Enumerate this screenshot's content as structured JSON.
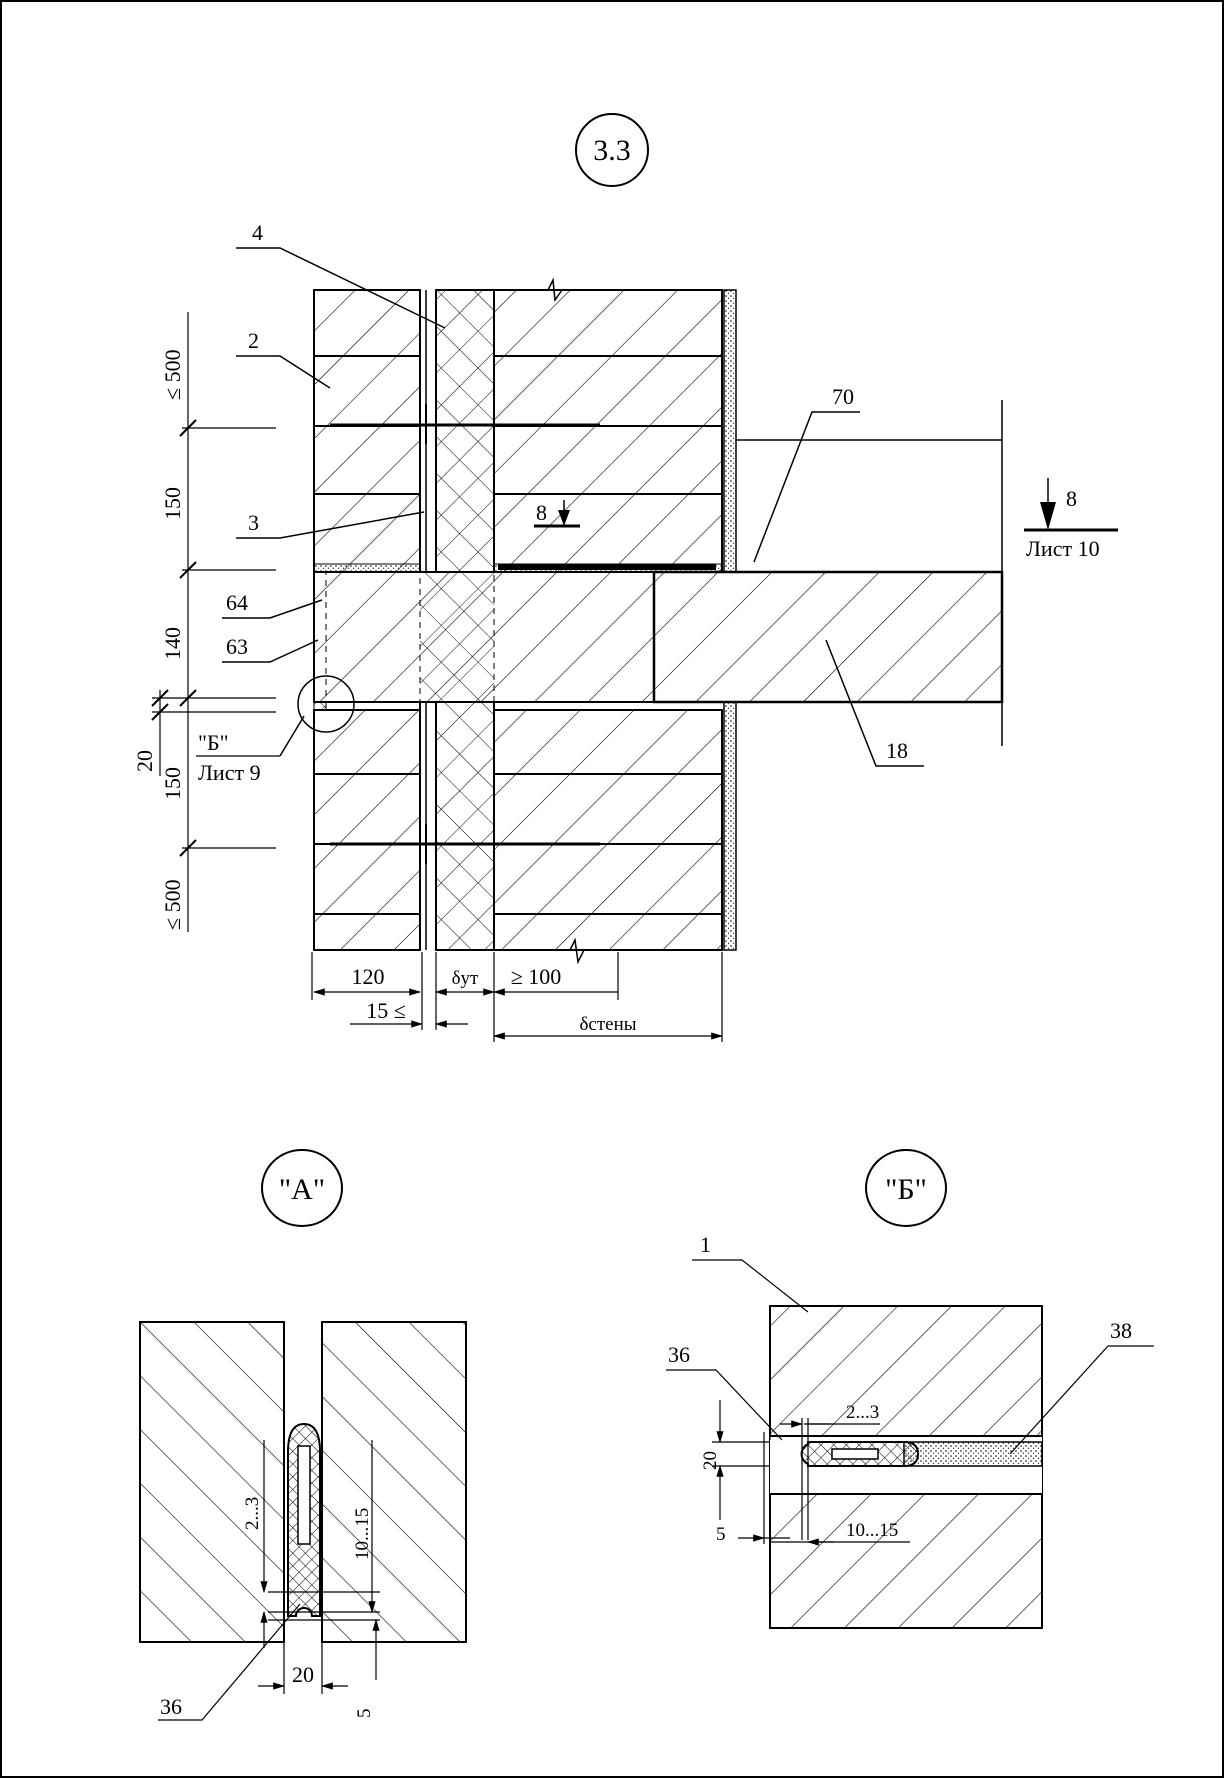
{
  "sheet": {
    "main_view_mark": "3.3",
    "detail_a_mark": "\"А\"",
    "detail_b_mark": "\"Б\""
  },
  "main_view": {
    "leaders": [
      "4",
      "2",
      "70",
      "3",
      "64",
      "63",
      "18"
    ],
    "section_ref": {
      "number": "8",
      "sheet": "Лист 10"
    },
    "section_cut_number": "8",
    "callout": {
      "label": "\"Б\"",
      "sheet": "Лист 9"
    },
    "vertical_dims": [
      "≤ 500",
      "150",
      "140",
      "20",
      "150",
      "≤ 500"
    ],
    "bottom_dims": {
      "outer_leaf": "120",
      "insulation": "δут",
      "min_inner": "≥ 100",
      "min_gap": "15 ≤",
      "wall": "δстены"
    }
  },
  "detail_a": {
    "dims": [
      "2...3",
      "10...15",
      "20",
      "5"
    ],
    "leader": "36"
  },
  "detail_b": {
    "leaders": [
      "1",
      "36",
      "38"
    ],
    "dims": [
      "2...3",
      "20",
      "5",
      "10...15"
    ]
  }
}
